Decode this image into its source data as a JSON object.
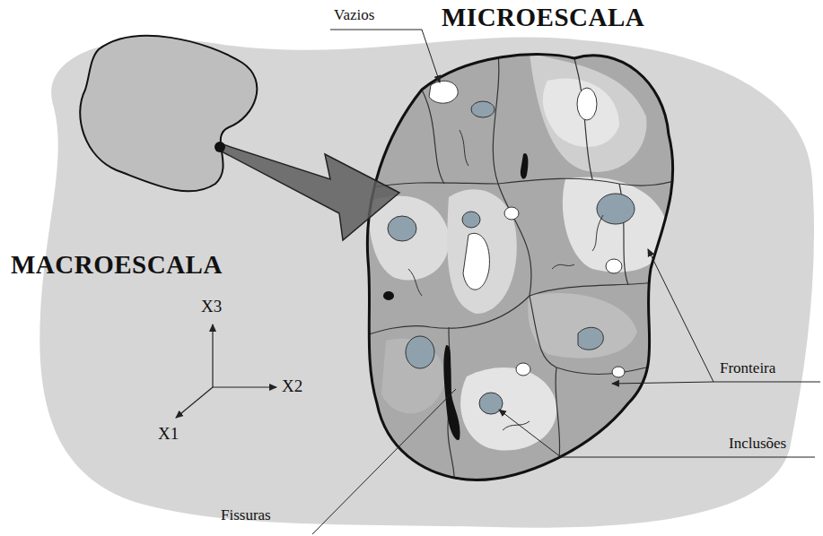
{
  "diagram": {
    "labels": [
      "MICROESCALA",
      "MACROESCALA",
      "Vazios",
      "Fronteira",
      "Inclusões",
      "Fissuras",
      "X3",
      "X2",
      "X1"
    ]
  }
}
